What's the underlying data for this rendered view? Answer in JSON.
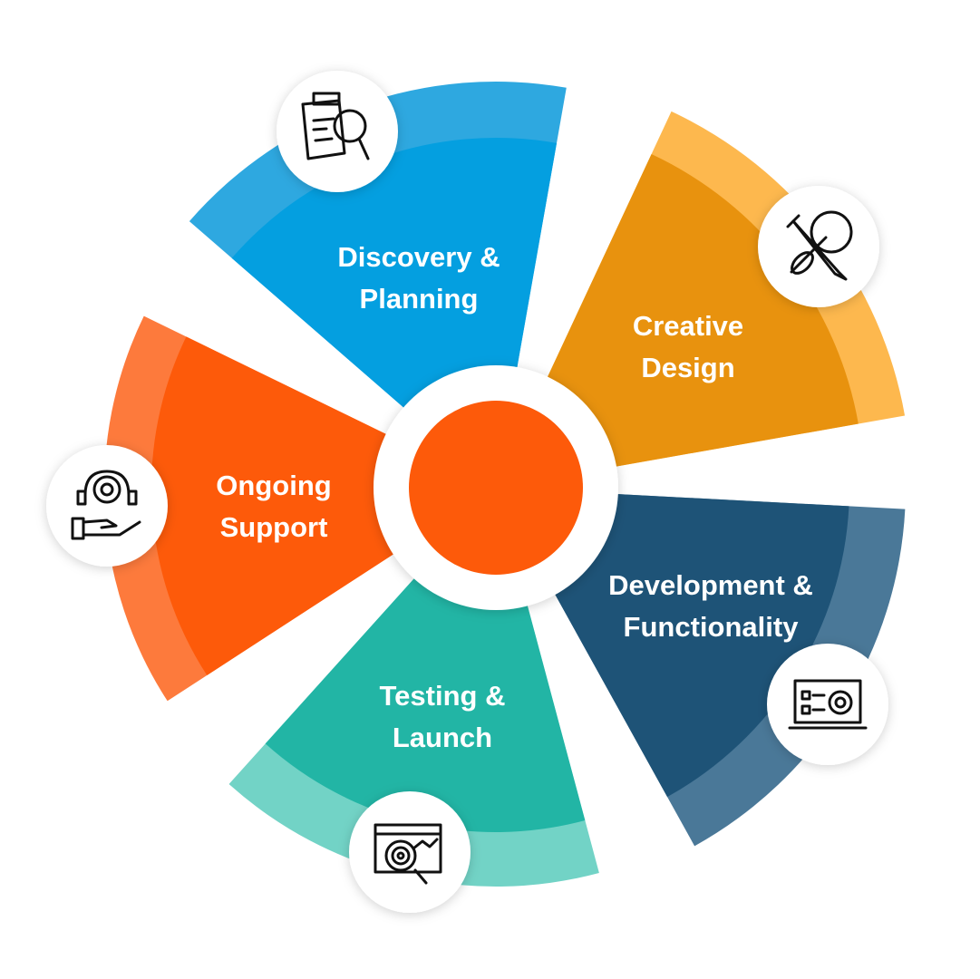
{
  "title": "Web project lifecycle",
  "center_color": "#fd5a0a",
  "stages": [
    {
      "name": "discovery",
      "lines": [
        "Discovery &",
        "Planning"
      ],
      "icon": "clipboard-search-icon",
      "outer": "#2ea8e0",
      "inner": "#049fe0"
    },
    {
      "name": "creative-design",
      "lines": [
        "Creative",
        "Design"
      ],
      "icon": "pencil-bulb-icon",
      "outer": "#fdb84e",
      "inner": "#e8920e"
    },
    {
      "name": "development",
      "lines": [
        "Development &",
        "Functionality"
      ],
      "icon": "laptop-gear-icon",
      "outer": "#4a7898",
      "inner": "#1e5377"
    },
    {
      "name": "testing-launch",
      "lines": [
        "Testing &",
        "Launch"
      ],
      "icon": "target-analytics-icon",
      "outer": "#72d3c6",
      "inner": "#22b5a5"
    },
    {
      "name": "ongoing-support",
      "lines": [
        "Ongoing",
        "Support"
      ],
      "icon": "support-gear-hand-icon",
      "outer": "#fd7a3c",
      "inner": "#fd5a0a"
    }
  ]
}
